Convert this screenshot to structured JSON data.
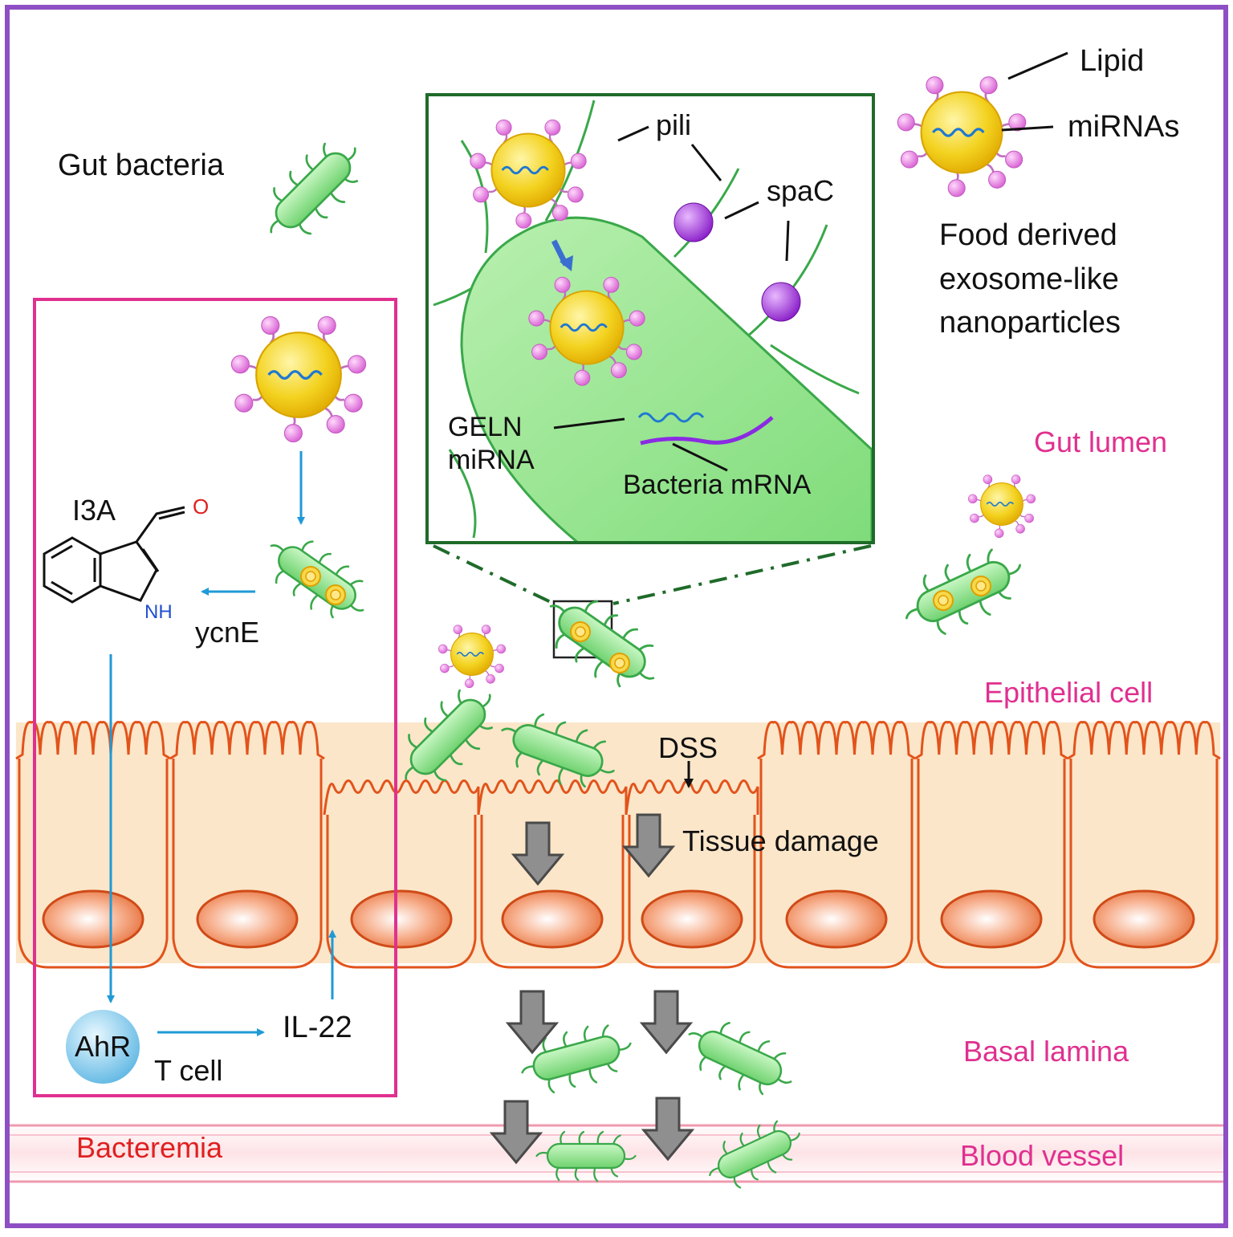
{
  "colors": {
    "frame": "#8e4fc4",
    "pink_label": "#e0308f",
    "red_label": "#e02020",
    "bacterium_fill": "#8fe38f",
    "bacterium_stroke": "#3aa84a",
    "nanoparticle_fill": "#f3d21f",
    "lipid_head": "#e88ce6",
    "mirna_line": "#1f78d1",
    "cell_fill": "#fbe6c9",
    "cell_stroke": "#e2531b",
    "nucleus_fill": "#ef8a5c",
    "arrow_blue": "#1f9ad6",
    "arrow_gray": "#8a8a8a",
    "inset_border": "#1f6b2a",
    "pathway_box": "#e0308f",
    "spac": "#9b30d0",
    "bacteria_mrna": "#8a2be2",
    "blood_vessel": "#ef9ab0"
  },
  "labels": {
    "gut_bacteria": "Gut bacteria",
    "lipid": "Lipid",
    "mirnas": "miRNAs",
    "food_derived_1": "Food derived",
    "food_derived_2": "exosome-like",
    "food_derived_3": "nanoparticles",
    "gut_lumen": "Gut lumen",
    "epithelial_cell": "Epithelial cell",
    "basal_lamina": "Basal lamina",
    "blood_vessel": "Blood vessel",
    "bacteremia": "Bacteremia",
    "dss": "DSS",
    "tissue_damage": "Tissue damage"
  },
  "inset": {
    "pili": "pili",
    "spac": "spaC",
    "geln_1": "GELN",
    "geln_2": "miRNA",
    "bacteria_mrna": "Bacteria mRNA"
  },
  "pathway": {
    "i3a": "I3A",
    "oxygen": "O",
    "nh": "NH",
    "ycne": "ycnE",
    "ahr": "AhR",
    "t_cell": "T cell",
    "il22": "IL-22"
  }
}
